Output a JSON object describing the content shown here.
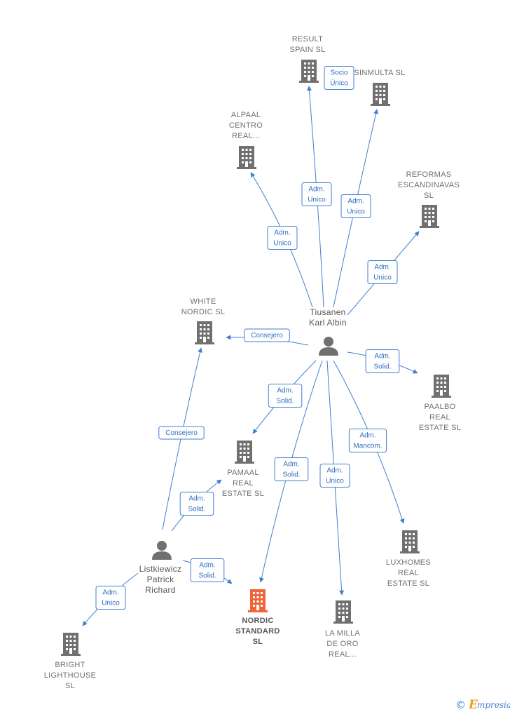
{
  "colors": {
    "edge": "#3f7fd0",
    "company": "#707070",
    "focus_company": "#f0643a",
    "person": "#707070",
    "label_text": "#2f6fbf"
  },
  "nodes": [
    {
      "id": "result",
      "type": "company",
      "lines": [
        "RESULT",
        "SPAIN SL"
      ]
    },
    {
      "id": "sinmulta",
      "type": "company",
      "lines": [
        "SINMULTA  SL"
      ]
    },
    {
      "id": "alpaal",
      "type": "company",
      "lines": [
        "ALPAAL",
        "CENTRO",
        "REAL..."
      ]
    },
    {
      "id": "reformas",
      "type": "company",
      "lines": [
        "REFORMAS",
        "ESCANDINAVAS",
        "SL"
      ]
    },
    {
      "id": "white",
      "type": "company",
      "lines": [
        "WHITE",
        "NORDIC  SL"
      ]
    },
    {
      "id": "tiusanen",
      "type": "person",
      "lines": [
        "Tiusanen",
        "Karl Albin"
      ]
    },
    {
      "id": "paalbo",
      "type": "company",
      "lines": [
        "PAALBO",
        "REAL",
        "ESTATE  SL"
      ]
    },
    {
      "id": "pamaal",
      "type": "company",
      "lines": [
        "PAMAAL",
        "REAL",
        "ESTATE  SL"
      ]
    },
    {
      "id": "luxhomes",
      "type": "company",
      "lines": [
        "LUXHOMES",
        "REAL",
        "ESTATE  SL"
      ]
    },
    {
      "id": "listkiewicz",
      "type": "person",
      "lines": [
        "Listkiewicz",
        "Patrick",
        "Richard"
      ]
    },
    {
      "id": "nordic",
      "type": "focus",
      "lines": [
        "NORDIC",
        "STANDARD",
        "SL"
      ]
    },
    {
      "id": "lamilla",
      "type": "company",
      "lines": [
        "LA MILLA",
        "DE ORO",
        "REAL..."
      ]
    },
    {
      "id": "bright",
      "type": "company",
      "lines": [
        "BRIGHT",
        "LIGHTHOUSE",
        "SL"
      ]
    }
  ],
  "edges": [
    {
      "from": "tiusanen",
      "to": "result",
      "label": [
        "Adm.",
        "Unico"
      ]
    },
    {
      "from": "tiusanen",
      "to": "sinmulta",
      "label": [
        "Adm.",
        "Unico"
      ]
    },
    {
      "from": "tiusanen",
      "to": "alpaal",
      "label": [
        "Adm.",
        "Unico"
      ]
    },
    {
      "from": "tiusanen",
      "to": "reformas",
      "label": [
        "Adm.",
        "Unico"
      ]
    },
    {
      "from": "tiusanen",
      "to": "white",
      "label": [
        "Consejero"
      ]
    },
    {
      "from": "tiusanen",
      "to": "paalbo",
      "label": [
        "Adm.",
        "Solid."
      ]
    },
    {
      "from": "tiusanen",
      "to": "pamaal",
      "label": [
        "Adm.",
        "Solid."
      ]
    },
    {
      "from": "tiusanen",
      "to": "nordic",
      "label": [
        "Adm.",
        "Solid."
      ]
    },
    {
      "from": "tiusanen",
      "to": "lamilla",
      "label": [
        "Adm.",
        "Unico"
      ]
    },
    {
      "from": "tiusanen",
      "to": "luxhomes",
      "label": [
        "Adm.",
        "Mancom."
      ]
    },
    {
      "from": "listkiewicz",
      "to": "white",
      "label": [
        "Consejero"
      ]
    },
    {
      "from": "listkiewicz",
      "to": "pamaal",
      "label": [
        "Adm.",
        "Solid."
      ]
    },
    {
      "from": "listkiewicz",
      "to": "nordic",
      "label": [
        "Adm.",
        "Solid."
      ]
    },
    {
      "from": "listkiewicz",
      "to": "bright",
      "label": [
        "Adm.",
        "Unico"
      ]
    }
  ],
  "extra_labels": [
    {
      "id": "socio",
      "label": [
        "Socio",
        "Único"
      ]
    }
  ],
  "footer": {
    "copyright": "©",
    "brand_initial": "E",
    "brand_rest": "mpresia"
  }
}
